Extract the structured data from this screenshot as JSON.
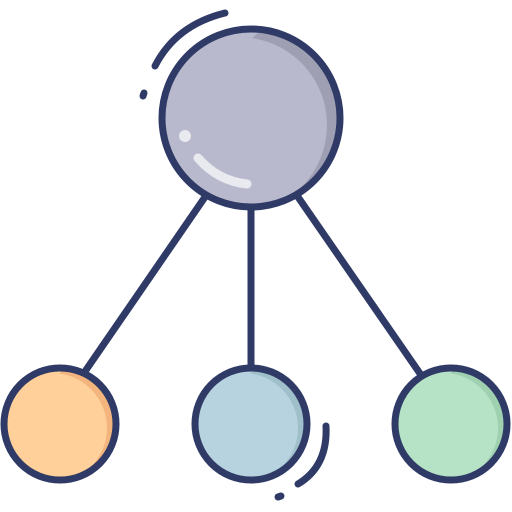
{
  "icon": {
    "name": "hierarchy-structure-icon",
    "stroke_color": "#2f3a66",
    "nodes": {
      "root": {
        "name": "root-node",
        "fill": "#b9b9cd",
        "shade": "#9e9fb3",
        "highlight": "#e9e9f0"
      },
      "children": [
        {
          "name": "child-node-left",
          "fill": "#ffd09a",
          "shade": "#f3b57d"
        },
        {
          "name": "child-node-middle",
          "fill": "#b7d3df",
          "shade": "#9fbfca"
        },
        {
          "name": "child-node-right",
          "fill": "#b6e3c5",
          "shade": "#9fd0b0"
        }
      ]
    }
  }
}
